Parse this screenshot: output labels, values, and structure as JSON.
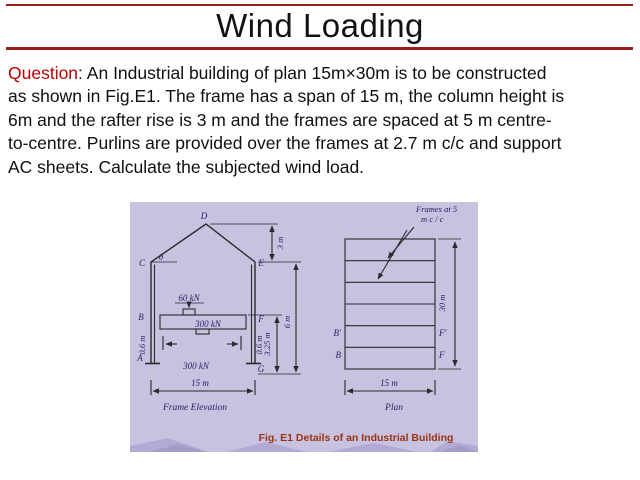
{
  "slide": {
    "title": "Wind Loading"
  },
  "question": {
    "label": "Question",
    "line1_rest": ": An Industrial building of plan 15m×30m is to be constructed",
    "lines": [
      "as shown in Fig.E1. The frame has a span of 15 m, the column height is",
      "6m and the rafter rise is 3 m and the frames are spaced at 5 m centre-",
      "to-centre. Purlins are provided over the frames at 2.7 m c/c and support",
      "AC sheets. Calculate the subjected wind load."
    ]
  },
  "figure": {
    "caption": "Fig. E1 Details of an Industrial Building",
    "colors": {
      "panel_bg": "#c8c2e1",
      "caption": "#9a3312",
      "accent_rule": "#9e1b1b",
      "question_red": "#c00000"
    },
    "elevation": {
      "title": "Frame Elevation",
      "angle": "θ",
      "nodes": {
        "a": "A",
        "b": "B",
        "c": "C",
        "d": "D",
        "e": "E",
        "f": "F",
        "g": "G"
      },
      "loads": {
        "ridge": "60 kN",
        "crane_upper": "300 kN",
        "crane_lower": "300 kN"
      },
      "dims": {
        "span": "15 m",
        "left_offset": "0.6 m",
        "right_offset": "0.6 m",
        "rise": "3 m",
        "column": "6 m",
        "crane": "3.25 m"
      }
    },
    "plan": {
      "title": "Plan",
      "note_line1": "Frames at 5",
      "note_line2": "m c / c",
      "nodes": {
        "b_prime": "B′",
        "f_prime": "F′",
        "b": "B",
        "f": "F"
      },
      "dims": {
        "span": "15 m",
        "length": "30 m"
      }
    }
  }
}
